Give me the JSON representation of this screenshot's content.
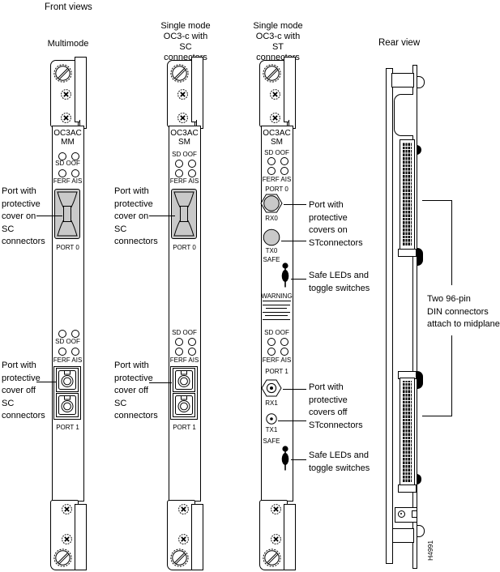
{
  "titles": {
    "front": "Front views",
    "rear": "Rear view"
  },
  "figure_id": "H4991",
  "colors": {
    "connector_gray": "#c9c9c9",
    "line": "#000000",
    "background": "#ffffff"
  },
  "cards": [
    {
      "caption": "Multimode",
      "model": "OC3AC",
      "mode": "MM",
      "sd_oof_top": "SD OOF",
      "ferf_ais_top": "FERF AIS",
      "port0": "PORT 0",
      "sd_oof_bottom": "SD OOF",
      "ferf_ais_bottom": "FERF AIS",
      "port1": "PORT 1"
    },
    {
      "caption": "Single mode\nOC3-c with\nSC connectors",
      "model": "OC3AC",
      "mode": "SM",
      "sd_oof_top": "SD OOF",
      "ferf_ais_top": "FERF AIS",
      "port0": "PORT 0",
      "sd_oof_bottom": "SD OOF",
      "ferf_ais_bottom": "FERF AIS",
      "port1": "PORT 1"
    },
    {
      "caption": "Single mode\nOC3-c with\nST connectors",
      "model": "OC3AC",
      "mode": "SM",
      "sd_oof_top": "SD OOF",
      "ferf_ais_top": "FERF AIS",
      "port0": "PORT 0",
      "rx0": "RX0",
      "tx0": "TX0",
      "safe_top": "SAFE",
      "warning": "WARNING",
      "sd_oof_bottom": "SD OOF",
      "ferf_ais_bottom": "FERF AIS",
      "port1": "PORT 1",
      "rx1": "RX1",
      "tx1": "TX1",
      "safe_bottom": "SAFE"
    }
  ],
  "annotations": {
    "sc_cover_on": "Port with\nprotective\ncover on\nSC\nconnectors",
    "sc_cover_off": "Port with\nprotective\ncover off\nSC\nconnectors",
    "st_covers_on": "Port with\nprotective\ncovers on\nSTconnectors",
    "st_covers_off": "Port with\nprotective\ncovers off\nSTconnectors",
    "safe_leds": "Safe LEDs and\ntoggle switches",
    "din": "Two 96-pin\nDIN connectors\nattach to midplane"
  }
}
